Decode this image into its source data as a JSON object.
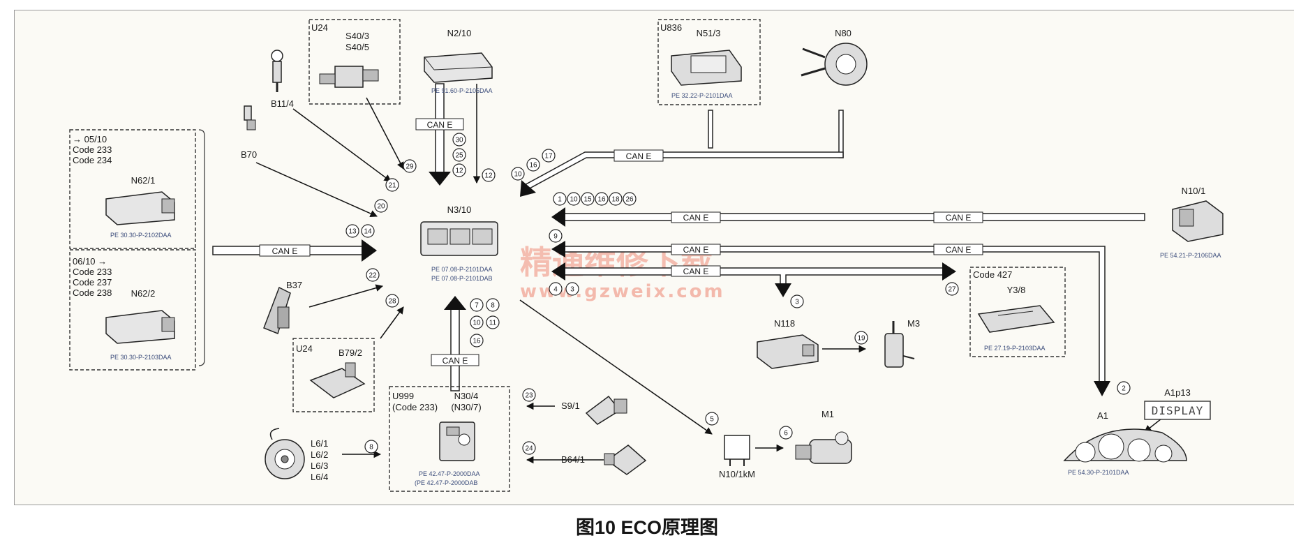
{
  "caption": "图10 ECO原理图",
  "watermark": {
    "text": "精通维修下载",
    "url": "www.gzweix.com"
  },
  "bus_label": "CAN E",
  "components": {
    "n3_10": {
      "label": "N3/10",
      "refs": [
        "PE 07.08-P-2101DAA",
        "PE 07.08-P-2101DAB"
      ]
    },
    "n2_10": {
      "label": "N2/10",
      "ref": "PE 91.60-P-2105DAA"
    },
    "u24_top": {
      "group": "U24",
      "labels": [
        "S40/3",
        "S40/5"
      ]
    },
    "b11_4": {
      "label": "B11/4"
    },
    "b70": {
      "label": "B70"
    },
    "n62_1": {
      "notes": [
        "→ 05/10",
        "Code 233",
        "Code 234"
      ],
      "label": "N62/1",
      "ref": "PE 30.30-P-2102DAA"
    },
    "n62_2": {
      "notes": [
        "06/10 →",
        "Code 233",
        "Code 237",
        "Code 238"
      ],
      "label": "N62/2",
      "ref": "PE 30.30-P-2103DAA"
    },
    "b37": {
      "label": "B37"
    },
    "u24_bottom": {
      "group": "U24",
      "label": "B79/2"
    },
    "l6": {
      "labels": [
        "L6/1",
        "L6/2",
        "L6/3",
        "L6/4"
      ]
    },
    "n30_4": {
      "group": "U999",
      "group_note": "(Code 233)",
      "label": "N30/4",
      "label2": "(N30/7)",
      "refs": [
        "PE 42.47-P-2000DAA",
        "(PE 42.47-P-2000DAB"
      ]
    },
    "s9_1": {
      "label": "S9/1"
    },
    "b64_1": {
      "label": "B64/1"
    },
    "n51_3": {
      "group": "U836",
      "label": "N51/3",
      "ref": "PE 32.22-P-2101DAA"
    },
    "n80": {
      "label": "N80"
    },
    "n10_1": {
      "label": "N10/1",
      "ref": "PE 54.21-P-2106DAA"
    },
    "n118": {
      "label": "N118"
    },
    "m3": {
      "label": "M3"
    },
    "y3_8": {
      "group": "Code 427",
      "label": "Y3/8",
      "ref": "PE 27.19-P-2103DAA"
    },
    "n10_1km": {
      "label": "N10/1kM"
    },
    "m1": {
      "label": "M1"
    },
    "a1": {
      "label": "A1",
      "ref": "PE 54.30-P-2101DAA"
    },
    "a1p13": {
      "label": "A1p13",
      "display": "DISPLAY"
    }
  },
  "signals": {
    "n2_10_bus": [
      "30",
      "25",
      "12"
    ],
    "n2_10_direct": [
      "12"
    ],
    "n51_3_bus": [
      "17",
      "16",
      "10"
    ],
    "u24_top": [
      "29"
    ],
    "b11_4": [
      "21"
    ],
    "b70": [
      "20"
    ],
    "n62": [
      "13",
      "14"
    ],
    "b37": [
      "22"
    ],
    "b79_2": [
      "28"
    ],
    "n10_1_in": [
      "1",
      "10",
      "15",
      "16",
      "18",
      "26"
    ],
    "a1_bus": [
      "9"
    ],
    "mid_bus": [
      "4",
      "3"
    ],
    "n118": [
      "3"
    ],
    "m3": [
      "19"
    ],
    "y3_8": [
      "27"
    ],
    "a1": [
      "2"
    ],
    "n30_4_bus": [
      "7",
      "8",
      "10",
      "11",
      "16"
    ],
    "l6": [
      "8"
    ],
    "s9_1": [
      "23"
    ],
    "b64_1": [
      "24"
    ],
    "n10_1km": [
      "5"
    ],
    "m1": [
      "6"
    ]
  }
}
